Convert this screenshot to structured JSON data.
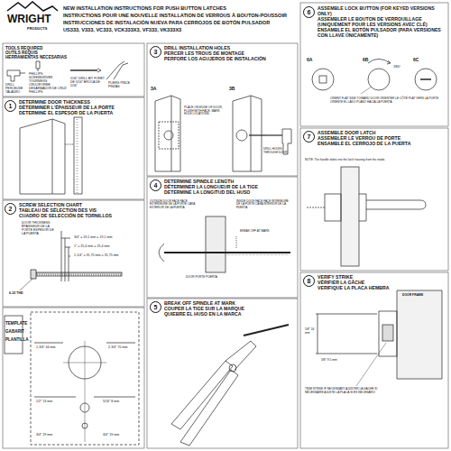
{
  "diagram": {
    "title": "NEW INSTALLATION INSTRUCTIONS FOR PUSH BUTTON LATCHES",
    "nodes": [
      {
        "text": [
          "1",
          "DETERMINE DOOR THICKNESS",
          "DÉTERMINER L'ÉPAISSEUR DE LA PORTE",
          "DETERMINE EL ESPESOR DE LA PUERTA"
        ]
      },
      {
        "text": [
          "2",
          "SCREW SELECTION CHART",
          "TABLEAU DE SÉLECTION DES VIS",
          "CUADRO DE SELECCIÓN DE TORNILLOS"
        ]
      },
      {
        "text": [
          "3",
          "DRILL INSTALLATION HOLES",
          "PERCER LES TROUS DE MONTAGE",
          "PERFORE LOS AGUJEROS DE INSTALACIÓN"
        ]
      },
      {
        "text": [
          "4",
          "DETERMINE SPINDLE LENGTH",
          "DÉTERMINER LA LONGUEUR DE LA TIGE",
          "DETERMINE LA LONGITUD DEL HUSO"
        ]
      },
      {
        "text": [
          "5",
          "BREAK OFF SPINDLE AT MARK",
          "COUPER LA TIGE SUR LA MARQUE",
          "QUIEBRE EL HUSO EN LA MARCA"
        ]
      },
      {
        "text": [
          "6",
          "ASSEMBLE LOCK BUTTON (FOR KEYED VERSIONS ONLY)",
          "ASSEMBLER LE BOUTON DE VERROUILLAGE (UNIQUEMENT POUR LES VERSIONS AVEC CLÉ)",
          "ENSAMBLE EL BOTÓN PULSADOR (PARA VERSIONES CON LLAVE ÚNICAMENTE)"
        ]
      },
      {
        "text": [
          "7",
          "ASSEMBLE DOOR LATCH",
          "ASSEMBLER LE VERROU DE PORTE",
          "ENSAMBLE EL CERROJO DE LA PUERTA"
        ]
      },
      {
        "text": [
          "8",
          "VERIFY STRIKE",
          "VÉRIFIER LA GÂCHE",
          "VERIFIQUE LA PLACA HEMBRA"
        ]
      }
    ],
    "labels": [
      "WRIGHT",
      "PRODUCTS",
      "INSTRUCTIONS POUR UNE NOUVELLE INSTALLATION DE VERROUS À BOUTON-POUSSOIR",
      "INSTRUCCIONES DE INSTALACIÓN NUEVA PARA CERROJOS DE BOTÓN PULSADOR",
      "US333, V333, VC333, VCK333X3, VF333, VK333X3",
      "TOOLS REQUIRED",
      "OUTILS REQUIS",
      "HERRAMIENTAS NECESARIAS",
      "DRILL PERCEUSE TALADRO",
      "PHILLIPS SCREWDRIVER TOURNEVIS CRUCIFORME DESARMADOR DE CRUZ PHILLIPS",
      "5/16\" DRILL BIT FORET DE 5/16\" BROCA DE 5/16\"",
      "PLIERS PINCE PINZAS",
      "DOOR THICKNESS ÉPAISSEUR DE LA PORTE ESPESOR DE LA PUERTA",
      "3/4\" = 19,1 mm = 19,1 mm",
      "1\" = 25,4 mm = 25,4 mm",
      "1-1/4\" = 31,75 mm = 31,75 mm",
      "6-32 THD",
      "TEMPLATE",
      "GABARIT",
      "PLANTILLA",
      "1-3/4\" 44 mm",
      "2-3/4\" 70 mm",
      "1/2\" 13 mm",
      "5/16\" 8 mm",
      "3/4\" 19 mm",
      "3/4\" 19 mm",
      "3A",
      "3B",
      "PLACE ON EDGE OF DOOR, FLUSH WITH FACE. MARK HOLE LOCATIONS.",
      "DRILL HOLES THROUGH DOOR",
      "OUTSIDE DOOR FACE FACE EXTÉRIEURE DE LA PORTE CARA EXTERIOR DE LA PUERTA",
      "INSIDE DOOR FACE FACE INTÉRIEURE DE LA PORTE CARA INTERIOR DE LA PUERTA",
      "BREAK OFF AT MARK",
      "DOOR PORTE PUERTA",
      "6A",
      "6B",
      "180°",
      "6C",
      "ORIENT FLAT SIDE TOWARD DOOR ORIENTER LE CÔTÉ PLAT VERS LA PORTE ORIENTE EL LADO PLANO HACIA LA PUERTA",
      "NOTE: The handle slides into the latch housing from the inside.",
      "5/8\" 16 mm",
      "3/8\" 9.5 mm",
      "DOOR FRAME",
      "TRIM STRIKE IF NECESSARY AJUSTER LA GÂCHE SI NÉCESSAIRE AJUSTE LA PLACA SI ES NECESARIO"
    ]
  }
}
